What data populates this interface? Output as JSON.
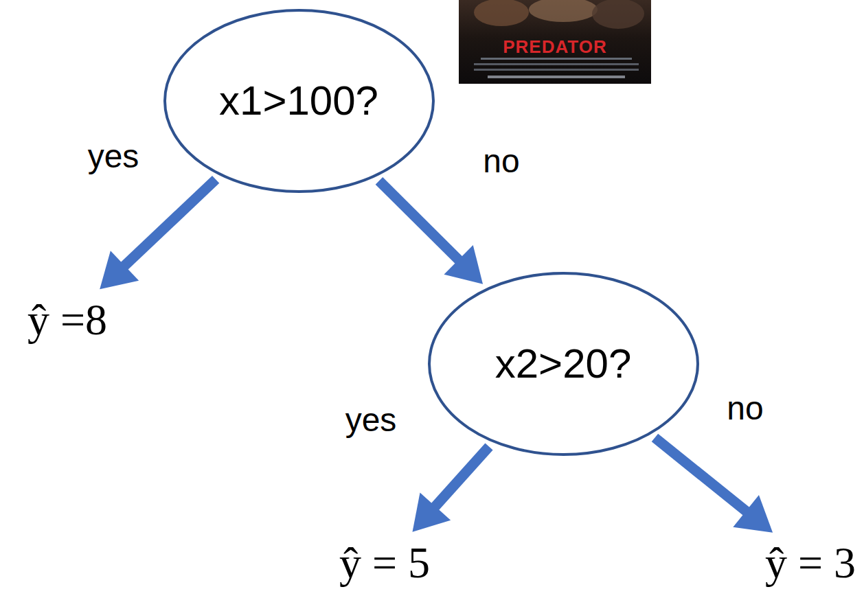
{
  "diagram": {
    "nodes": [
      {
        "text": [
          "x1>100?"
        ]
      },
      {
        "text": [
          "ŷ =8"
        ]
      },
      {
        "text": [
          "x2>20?"
        ]
      },
      {
        "text": [
          "ŷ = 5"
        ]
      },
      {
        "text": [
          "ŷ = 3"
        ]
      }
    ],
    "edges": [
      {
        "from": 0,
        "to": 1,
        "arrow": "to",
        "label": "yes"
      },
      {
        "from": 0,
        "to": 2,
        "arrow": "to",
        "label": "no"
      },
      {
        "from": 2,
        "to": 3,
        "arrow": "to",
        "label": "yes"
      },
      {
        "from": 2,
        "to": 4,
        "arrow": "to",
        "label": "no"
      }
    ],
    "labels": [
      "PREDATOR"
    ]
  }
}
